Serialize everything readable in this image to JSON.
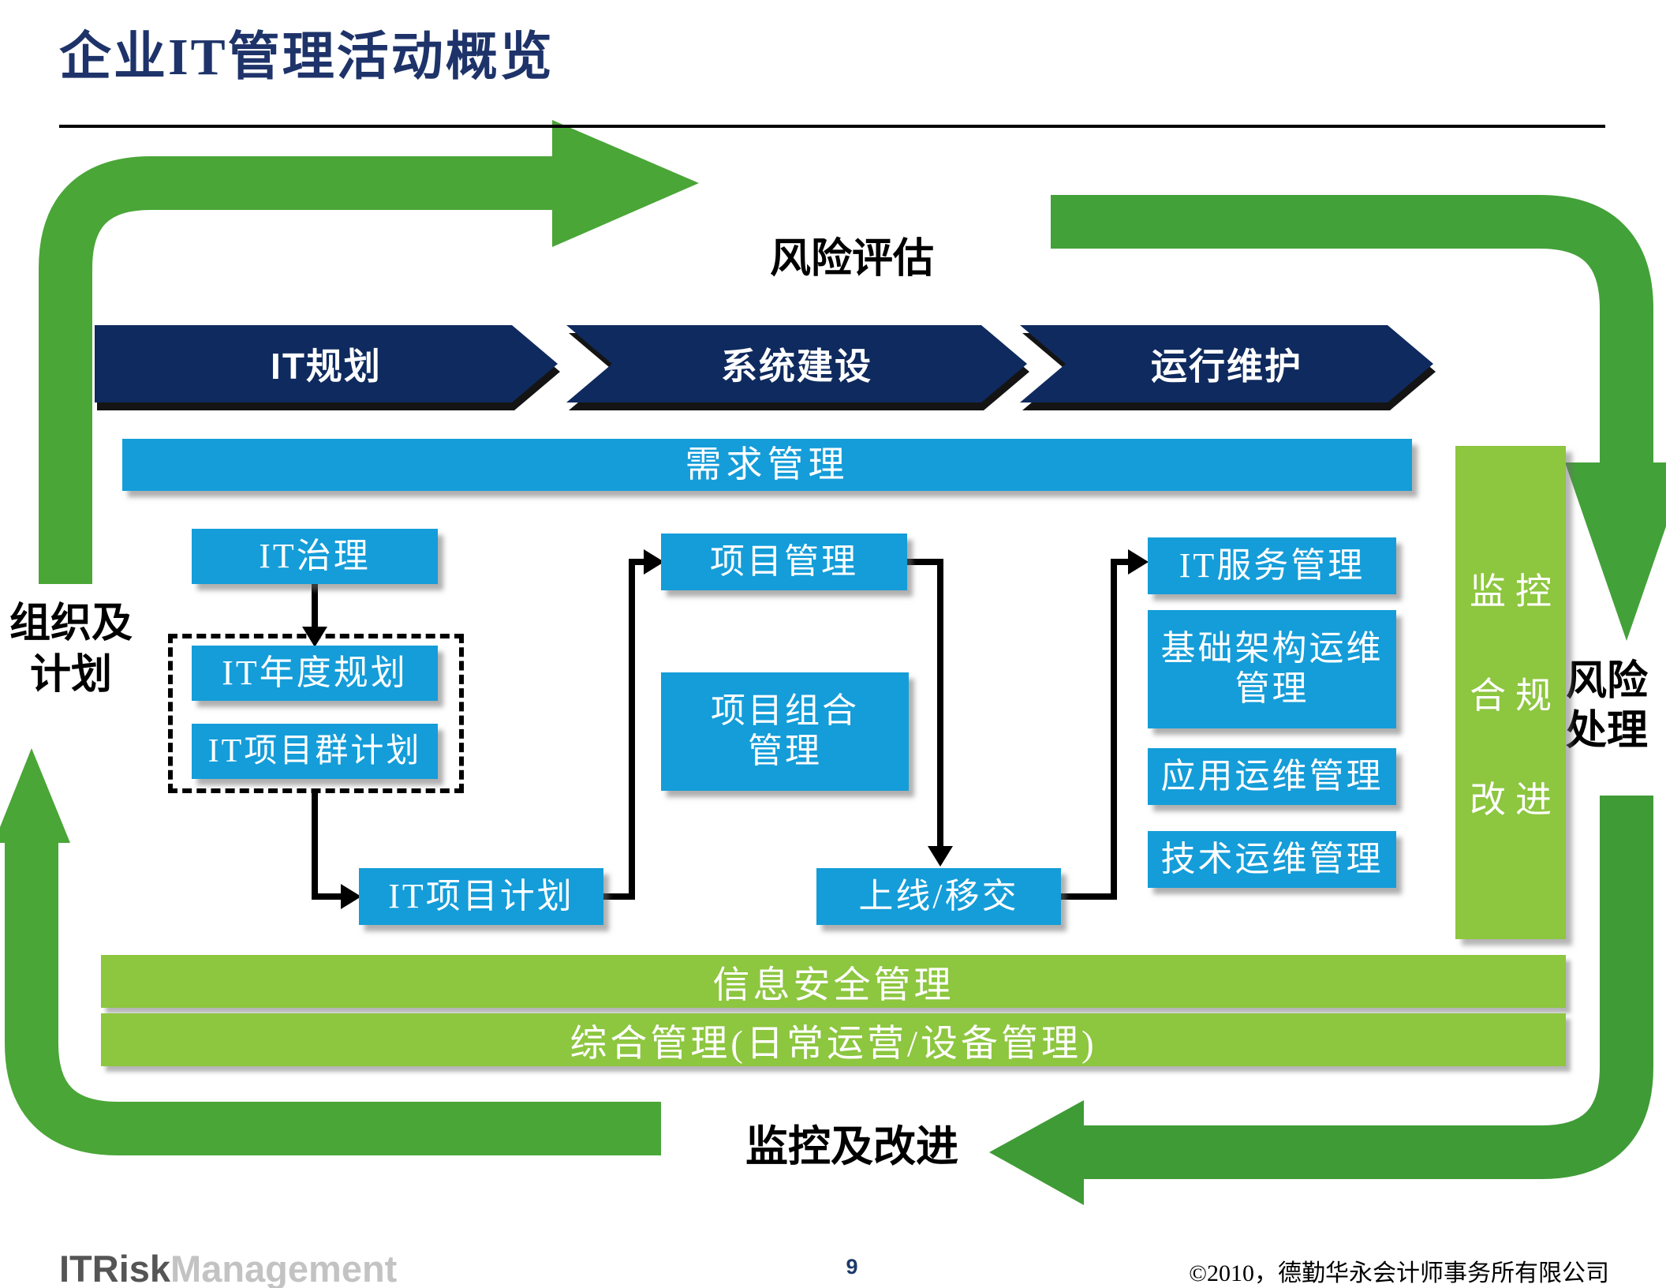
{
  "title": "企业IT管理活动概览",
  "cycle_labels": {
    "risk_assessment": "风险评估",
    "risk_treatment": [
      "风险",
      "处理"
    ],
    "organization_planning": [
      "组织及",
      "计划"
    ],
    "monitor_improve": "监控及改进"
  },
  "phases": [
    {
      "label": "IT规划"
    },
    {
      "label": "系统建设"
    },
    {
      "label": "运行维护"
    }
  ],
  "demand_bar": {
    "label": "需求管理"
  },
  "boxes": {
    "it_governance": "IT治理",
    "it_annual_planning": "IT年度规划",
    "it_program_planning": "IT项目群计划",
    "it_project_planning": "IT项目计划",
    "project_management": "项目管理",
    "project_portfolio": [
      "项目组合",
      "管理"
    ],
    "golive_handover": "上线/移交",
    "it_service_management": "IT服务管理",
    "infrastructure_ops": [
      "基础架构运维",
      "管理"
    ],
    "application_ops": "应用运维管理",
    "technology_ops": "技术运维管理"
  },
  "side_bar": {
    "items": [
      "监控",
      "合规",
      "改进"
    ]
  },
  "bottom_bars": [
    {
      "label": "信息安全管理"
    },
    {
      "label": "综合管理(日常运营/设备管理)"
    }
  ],
  "footer": {
    "brand_bold": "ITRisk",
    "brand_light": "Management",
    "page_number": "9",
    "copyright": "©2010，德勤华永会计师事务所有限公司"
  },
  "colors": {
    "title_navy": "#1e3369",
    "chevron_navy": "#0f2a5e",
    "box_blue": "#149dd9",
    "lime_green": "#8dc63f",
    "arrow_green_left": "#4aa637",
    "arrow_green_right": "#43a139",
    "arrow_green_bottom": "#3f9b36"
  }
}
